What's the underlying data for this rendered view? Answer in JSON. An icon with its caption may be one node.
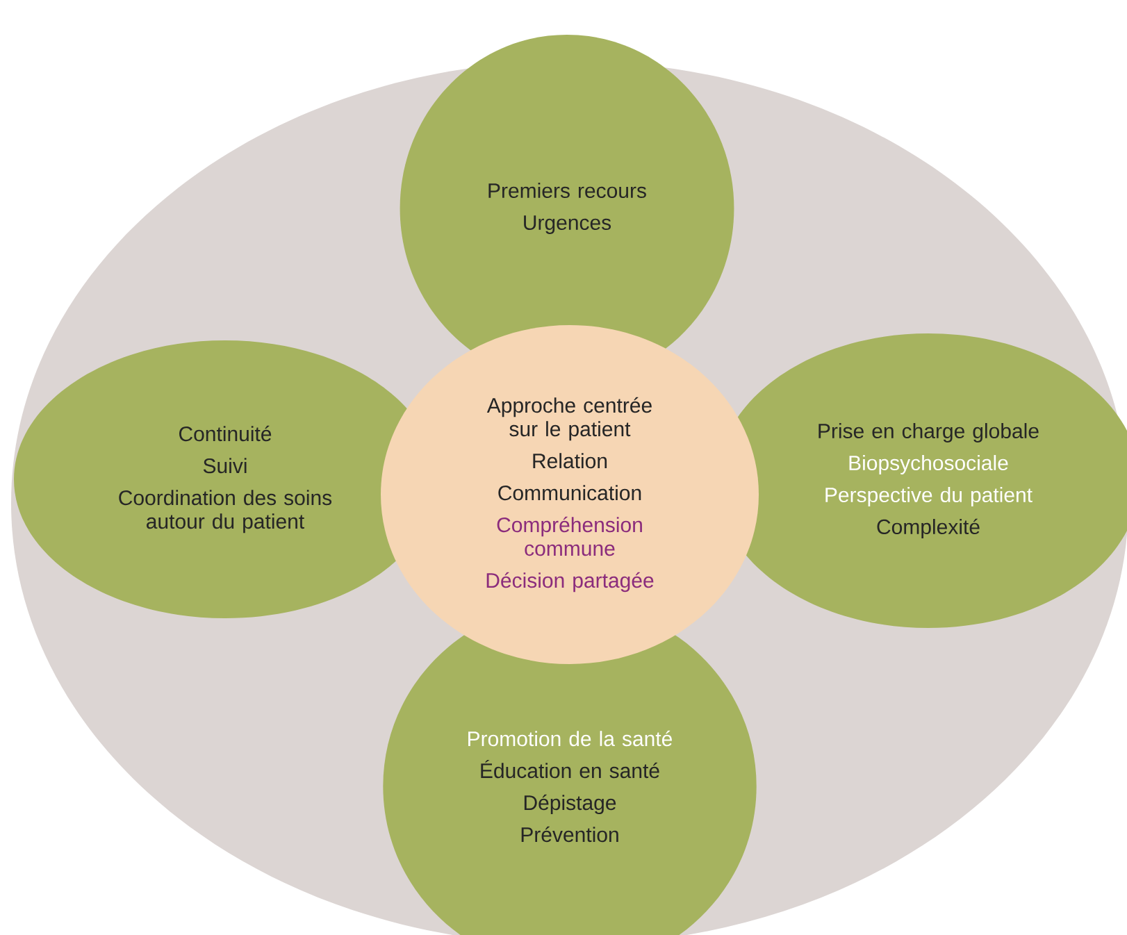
{
  "diagram": {
    "nodes": [
      {
        "text": [
          "Premiers recours",
          "Urgences"
        ]
      },
      {
        "text": [
          "Continuité",
          "Suivi",
          "Coordination des soins autour du patient"
        ]
      },
      {
        "text": [
          "Approche centrée sur le patient",
          "Relation",
          "Communication",
          "Compréhension commune",
          "Décision partagée"
        ]
      },
      {
        "text": [
          "Prise en charge globale",
          "Biopsychosociale",
          "Perspective du patient",
          "Complexité"
        ]
      },
      {
        "text": [
          "Promotion de la santé",
          "Éducation en santé",
          "Dépistage",
          "Prévention"
        ]
      }
    ]
  }
}
